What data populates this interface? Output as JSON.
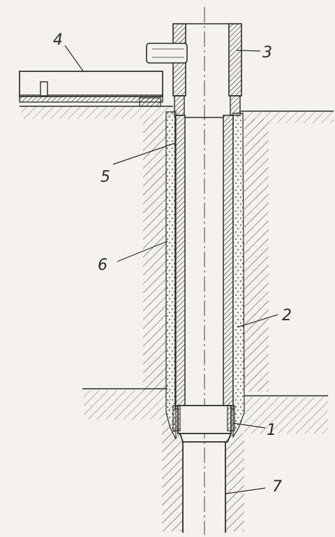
{
  "labels": {
    "l1": "1",
    "l2": "2",
    "l3": "3",
    "l4": "4",
    "l5": "5",
    "l6": "6",
    "l7": "7"
  },
  "colors": {
    "paper": "#f3f2ee",
    "ink": "#2b2b2b"
  }
}
